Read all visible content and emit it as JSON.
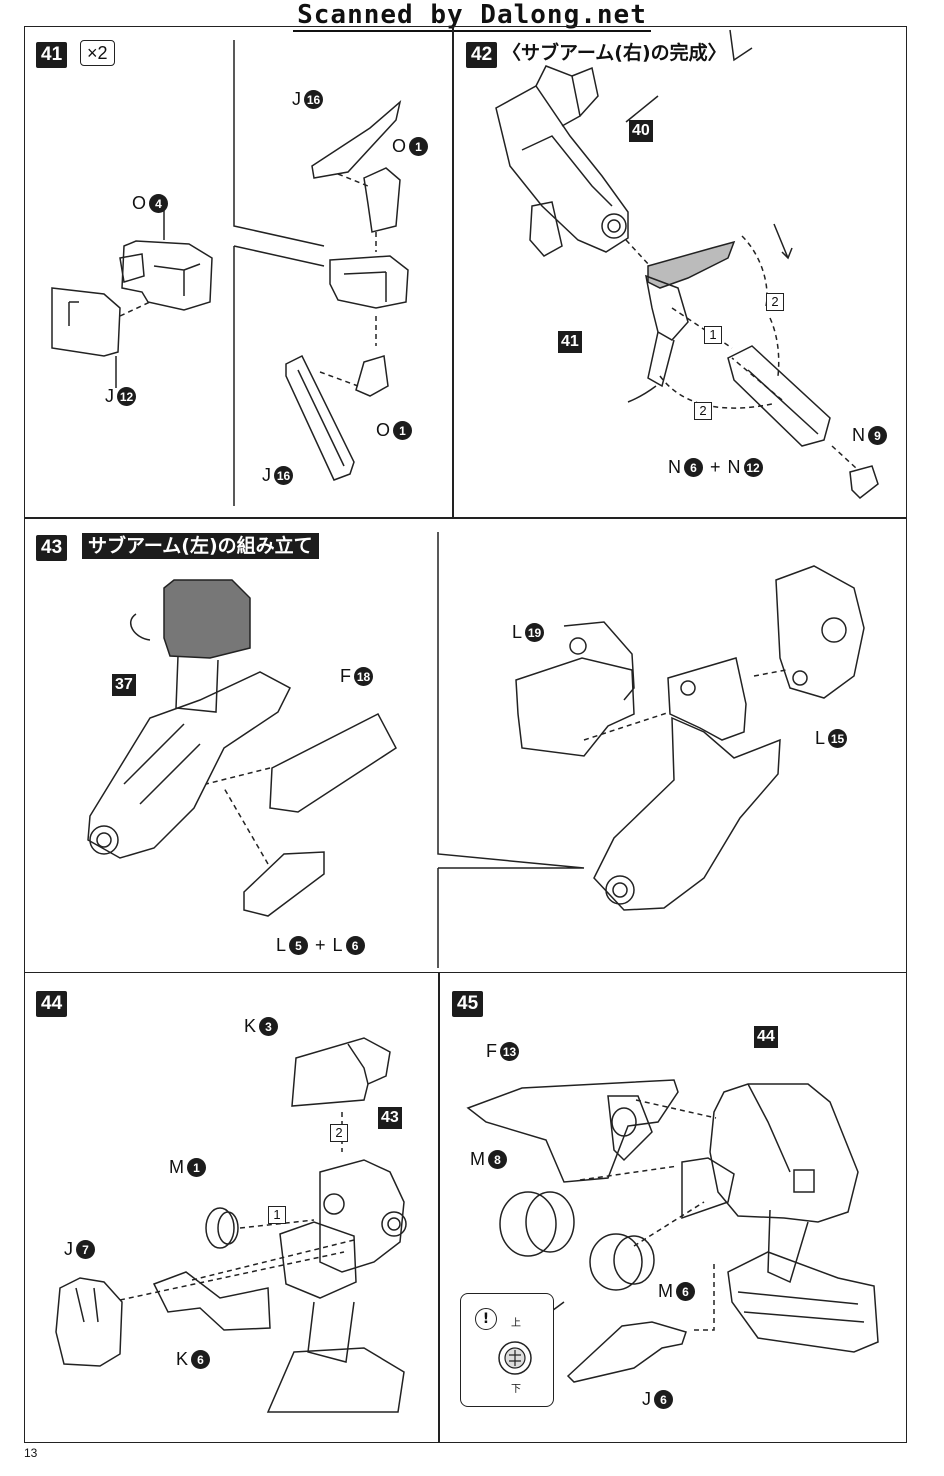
{
  "watermark": "Scanned by Dalong.net",
  "page_number": "13",
  "steps": {
    "s41": {
      "number": "41",
      "multiplier": "×2"
    },
    "s42": {
      "number": "42",
      "title": "〈サブアーム(右)の完成〉"
    },
    "s43": {
      "number": "43",
      "title": "サブアーム(左)の組み立て"
    },
    "s44": {
      "number": "44"
    },
    "s45": {
      "number": "45"
    }
  },
  "parts41": {
    "o4": {
      "letter": "O",
      "num": "4"
    },
    "j12": {
      "letter": "J",
      "num": "12"
    },
    "j16a": {
      "letter": "J",
      "num": "16"
    },
    "o1a": {
      "letter": "O",
      "num": "1"
    },
    "o1b": {
      "letter": "O",
      "num": "1"
    },
    "j16b": {
      "letter": "J",
      "num": "16"
    }
  },
  "parts42": {
    "ref40": "40",
    "ref41": "41",
    "order1": "1",
    "order2a": "2",
    "order2b": "2",
    "n9": {
      "letter": "N",
      "num": "9"
    },
    "combo": {
      "l1": "N",
      "n1": "6",
      "plus": "+",
      "l2": "N",
      "n2": "12"
    }
  },
  "parts43": {
    "ref37": "37",
    "f18": {
      "letter": "F",
      "num": "18"
    },
    "combo": {
      "l1": "L",
      "n1": "5",
      "plus": "+",
      "l2": "L",
      "n2": "6"
    },
    "l19": {
      "letter": "L",
      "num": "19"
    },
    "l15": {
      "letter": "L",
      "num": "15"
    }
  },
  "parts44": {
    "k3": {
      "letter": "K",
      "num": "3"
    },
    "ref43": "43",
    "order2": "2",
    "order1": "1",
    "m1": {
      "letter": "M",
      "num": "1"
    },
    "j7": {
      "letter": "J",
      "num": "7"
    },
    "k6": {
      "letter": "K",
      "num": "6"
    }
  },
  "parts45": {
    "f13": {
      "letter": "F",
      "num": "13"
    },
    "ref44": "44",
    "m8": {
      "letter": "M",
      "num": "8"
    },
    "m6": {
      "letter": "M",
      "num": "6"
    },
    "j6": {
      "letter": "J",
      "num": "6"
    },
    "note": {
      "mark": "!",
      "top": "上",
      "bottom": "下"
    }
  }
}
